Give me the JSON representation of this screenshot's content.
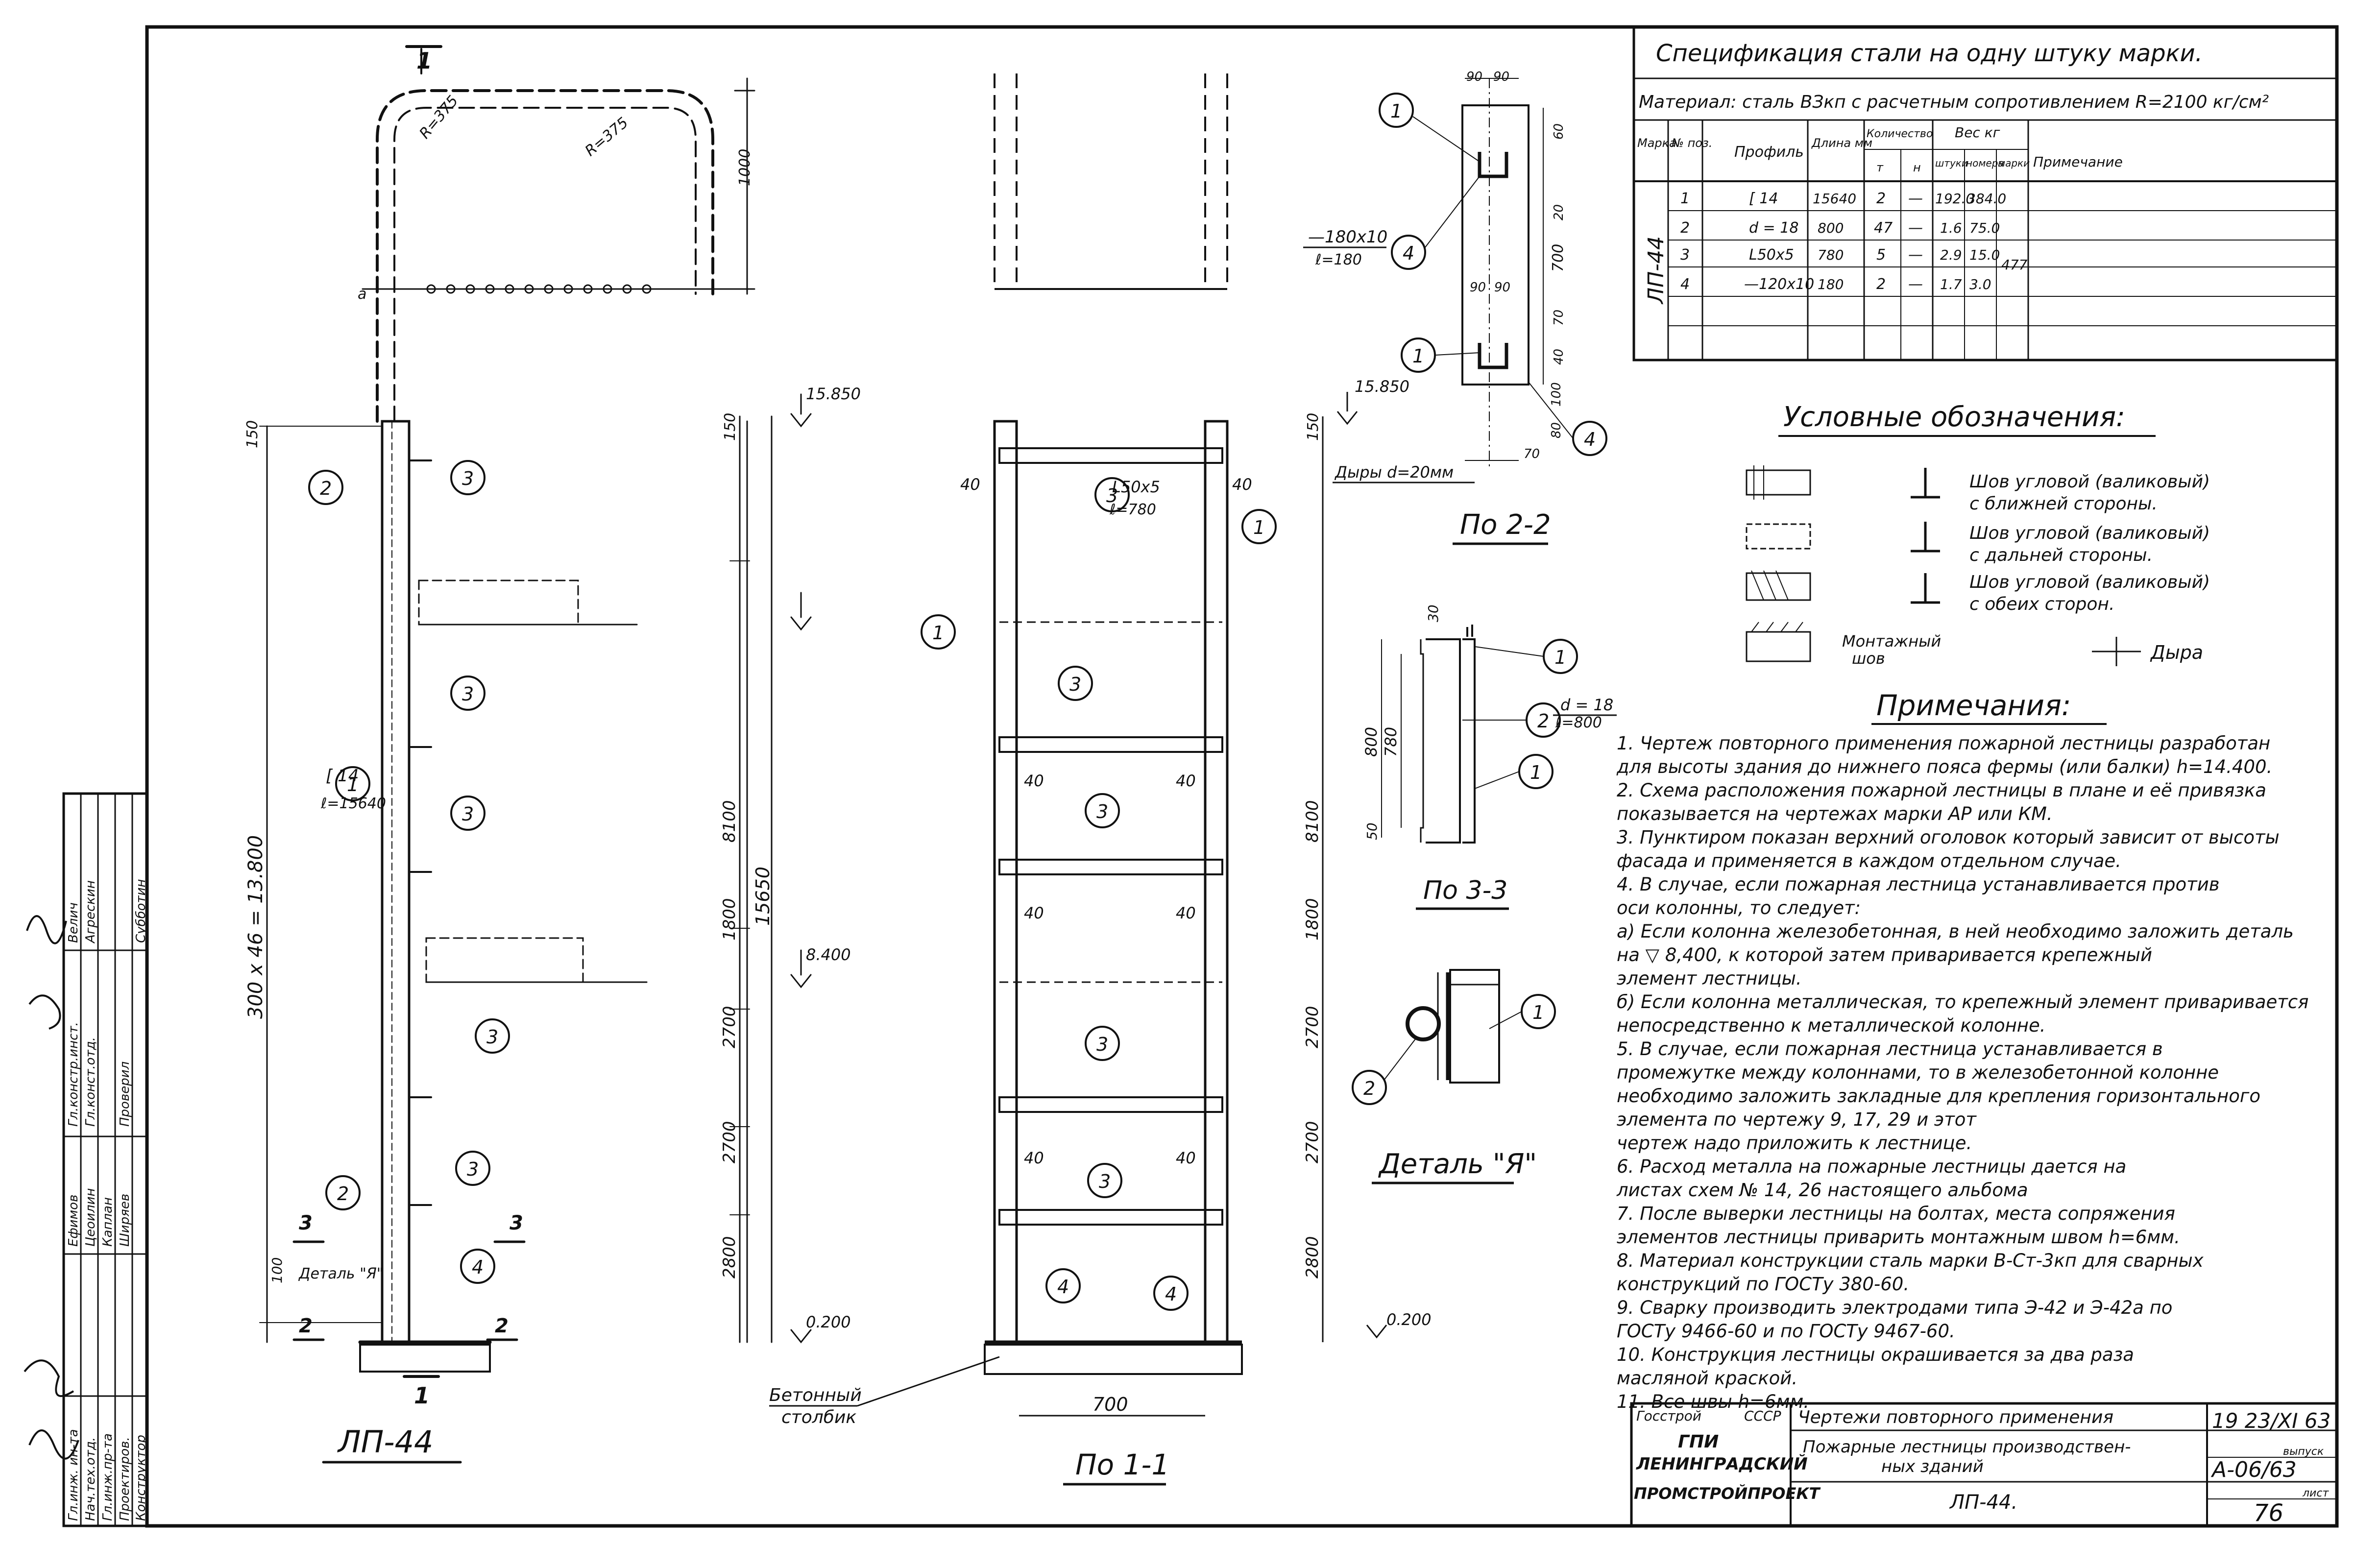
{
  "spec_table": {
    "title": "Спецификация стали на одну штуку марки.",
    "material": "Материал: сталь ВЗкп с расчетным сопротивлением R=2100 кг/см²",
    "headers": {
      "mark": "Марка",
      "pos": "№ поз.",
      "profile": "Профиль",
      "length": "Длина мм",
      "quantity": "Количество",
      "qty_t": "т",
      "qty_n": "н",
      "weight": "Вес кг",
      "w_piece": "штуки",
      "w_pos": "номера",
      "w_mark": "марки",
      "note": "Примечание"
    },
    "mark_value": "ЛП-44",
    "rows": [
      {
        "pos": "1",
        "profile": "[ 14",
        "length": "15640",
        "t": "2",
        "n": "—",
        "piece": "192.0",
        "posw": "384.0"
      },
      {
        "pos": "2",
        "profile": "d = 18",
        "length": "800",
        "t": "47",
        "n": "—",
        "piece": "1.6",
        "posw": "75.0"
      },
      {
        "pos": "3",
        "profile": "L50x5",
        "length": "780",
        "t": "5",
        "n": "—",
        "piece": "2.9",
        "posw": "15.0"
      },
      {
        "pos": "4",
        "profile": "—120x10",
        "length": "180",
        "t": "2",
        "n": "—",
        "piece": "1.7",
        "posw": "3.0"
      }
    ],
    "mark_weight": "477"
  },
  "legend": {
    "title": "Условные обозначения:",
    "items": [
      {
        "l1": "Шов угловой (валиковый)",
        "l2": "с ближней стороны."
      },
      {
        "l1": "Шов угловой (валиковый)",
        "l2": "с дальней стороны."
      },
      {
        "l1": "Шов угловой (валиковый)",
        "l2": "с обеих сторон."
      }
    ],
    "montage_1": "Монтажный",
    "montage_2": "шов",
    "hole": "Дыра"
  },
  "notes": {
    "title": "Примечания:",
    "lines": [
      "1. Чертеж повторного применения пожарной лестницы разработан",
      "для высоты здания до нижнего пояса фермы (или балки) h=14.400.",
      "2. Схема расположения пожарной лестницы в плане и её привязка",
      "показывается на чертежах марки АР или КМ.",
      "3. Пунктиром показан верхний оголовок который зависит от высоты",
      "фасада и применяется в каждом отдельном случае.",
      "4. В случае, если пожарная лестница устанавливается против",
      "оси колонны, то следует:",
      "а) Если колонна железобетонная, в ней необходимо заложить деталь",
      "на      ▽ 8,400, к которой затем приваривается крепежный",
      "элемент лестницы.",
      "б) Если колонна металлическая, то крепежный элемент приваривается",
      "непосредственно к металлической колонне.",
      "5. В случае, если пожарная лестница устанавливается в",
      "промежутке между колоннами, то в железобетонной колонне",
      "необходимо заложить закладные для крепления горизонтального",
      "элемента    по    чертежу    9, 17, 29         и этот",
      "чертеж надо приложить к лестнице.",
      "6. Расход металла на пожарные лестницы дается на",
      "листах схем № 14, 26        настоящего альбома",
      "7. После выверки лестницы на болтах, места сопряжения",
      "элементов лестницы приварить монтажным швом h=6мм.",
      "8. Материал конструкции сталь марки В-Ст-3кп для сварных",
      "конструкций по ГОСТу 380-60.",
      "9. Сварку производить электродами типа Э-42 и Э-42а по",
      "ГОСТу 9466-60 и по ГОСТу 9467-60.",
      "10. Конструкция лестницы окрашивается за два раза",
      "масляной краской.",
      "11. Все    швы  h=6мм."
    ]
  },
  "title_block": {
    "org1": "Госстрой",
    "org2": "СССР",
    "gpi": "ГПИ",
    "city": "ЛЕНИНГРАДСКИЙ",
    "inst": "ПРОМСТРОЙПРОЕКТ",
    "title1": "Чертежи повторного применения",
    "title2": "Пожарные лестницы производствен-",
    "title3": "ных зданий",
    "sheet_name": "ЛП-44.",
    "year": "19 23/XI 63",
    "code_label": "выпуск",
    "code": "А-06/63",
    "sheet_label": "лист",
    "sheet": "76"
  },
  "signatures": {
    "roles": [
      "Гл.инж. ин-та",
      "Нач.тех.отд.",
      "Гл.инж.пр-та",
      "Проектиров.",
      "Конструктор"
    ],
    "roles2": [
      "Гл.констр.инст.",
      "Гл.конст.отд.",
      "",
      "Проверил",
      ""
    ],
    "names": [
      "Ефимов",
      "Цеоилин",
      "Каплан",
      "Ширяев",
      ""
    ],
    "stamp_labels": [
      "Велич",
      "Агрескин",
      "Субботин"
    ]
  },
  "view_main": {
    "title": "ЛП-44",
    "mark_top": "15.850",
    "mark_mid": "8.400",
    "mark_bot": "0.200",
    "dim_total": "15650",
    "dim_step": "300 x 46 = 13.800",
    "dims_right": [
      "8100",
      "1800",
      "2700",
      "2700",
      "2800"
    ],
    "dim_150": "150",
    "dim_1000": "1000",
    "label_chan": "[ 14",
    "label_chan_len": "ℓ=15640",
    "r1": "R=375",
    "r2": "R=375",
    "detail_label": "Деталь \"Я\"",
    "section_3": "3",
    "section_2": "2",
    "section_1": "1",
    "dim_100": "100",
    "dim_a": "а"
  },
  "view_11": {
    "title": "По 1-1",
    "mark_top": "15.850",
    "mark_bot": "0.200",
    "angle_label": "L50x5",
    "angle_len": "ℓ=780",
    "dim_width": "700",
    "dim_40": "40",
    "concrete_1": "Бетонный",
    "concrete_2": "столбик",
    "dims_right": [
      "8100",
      "1800",
      "2700",
      "2700",
      "2800"
    ],
    "dim_150": "150"
  },
  "view_22": {
    "title": "По 2-2",
    "plate_label": "—180x10",
    "plate_len": "ℓ=180",
    "holes": "Дыры d=20мм",
    "dims": [
      "90",
      "90",
      "60",
      "20",
      "700",
      "70",
      "90",
      "90",
      "40",
      "100",
      "80",
      "70"
    ]
  },
  "view_33": {
    "title": "По 3-3",
    "rod_label": "d = 18",
    "rod_len": "ℓ=800",
    "dims": [
      "800",
      "780",
      "50",
      "30"
    ]
  },
  "detail_ya": {
    "title": "Деталь \"Я\""
  },
  "callouts": [
    "1",
    "2",
    "3",
    "4"
  ]
}
